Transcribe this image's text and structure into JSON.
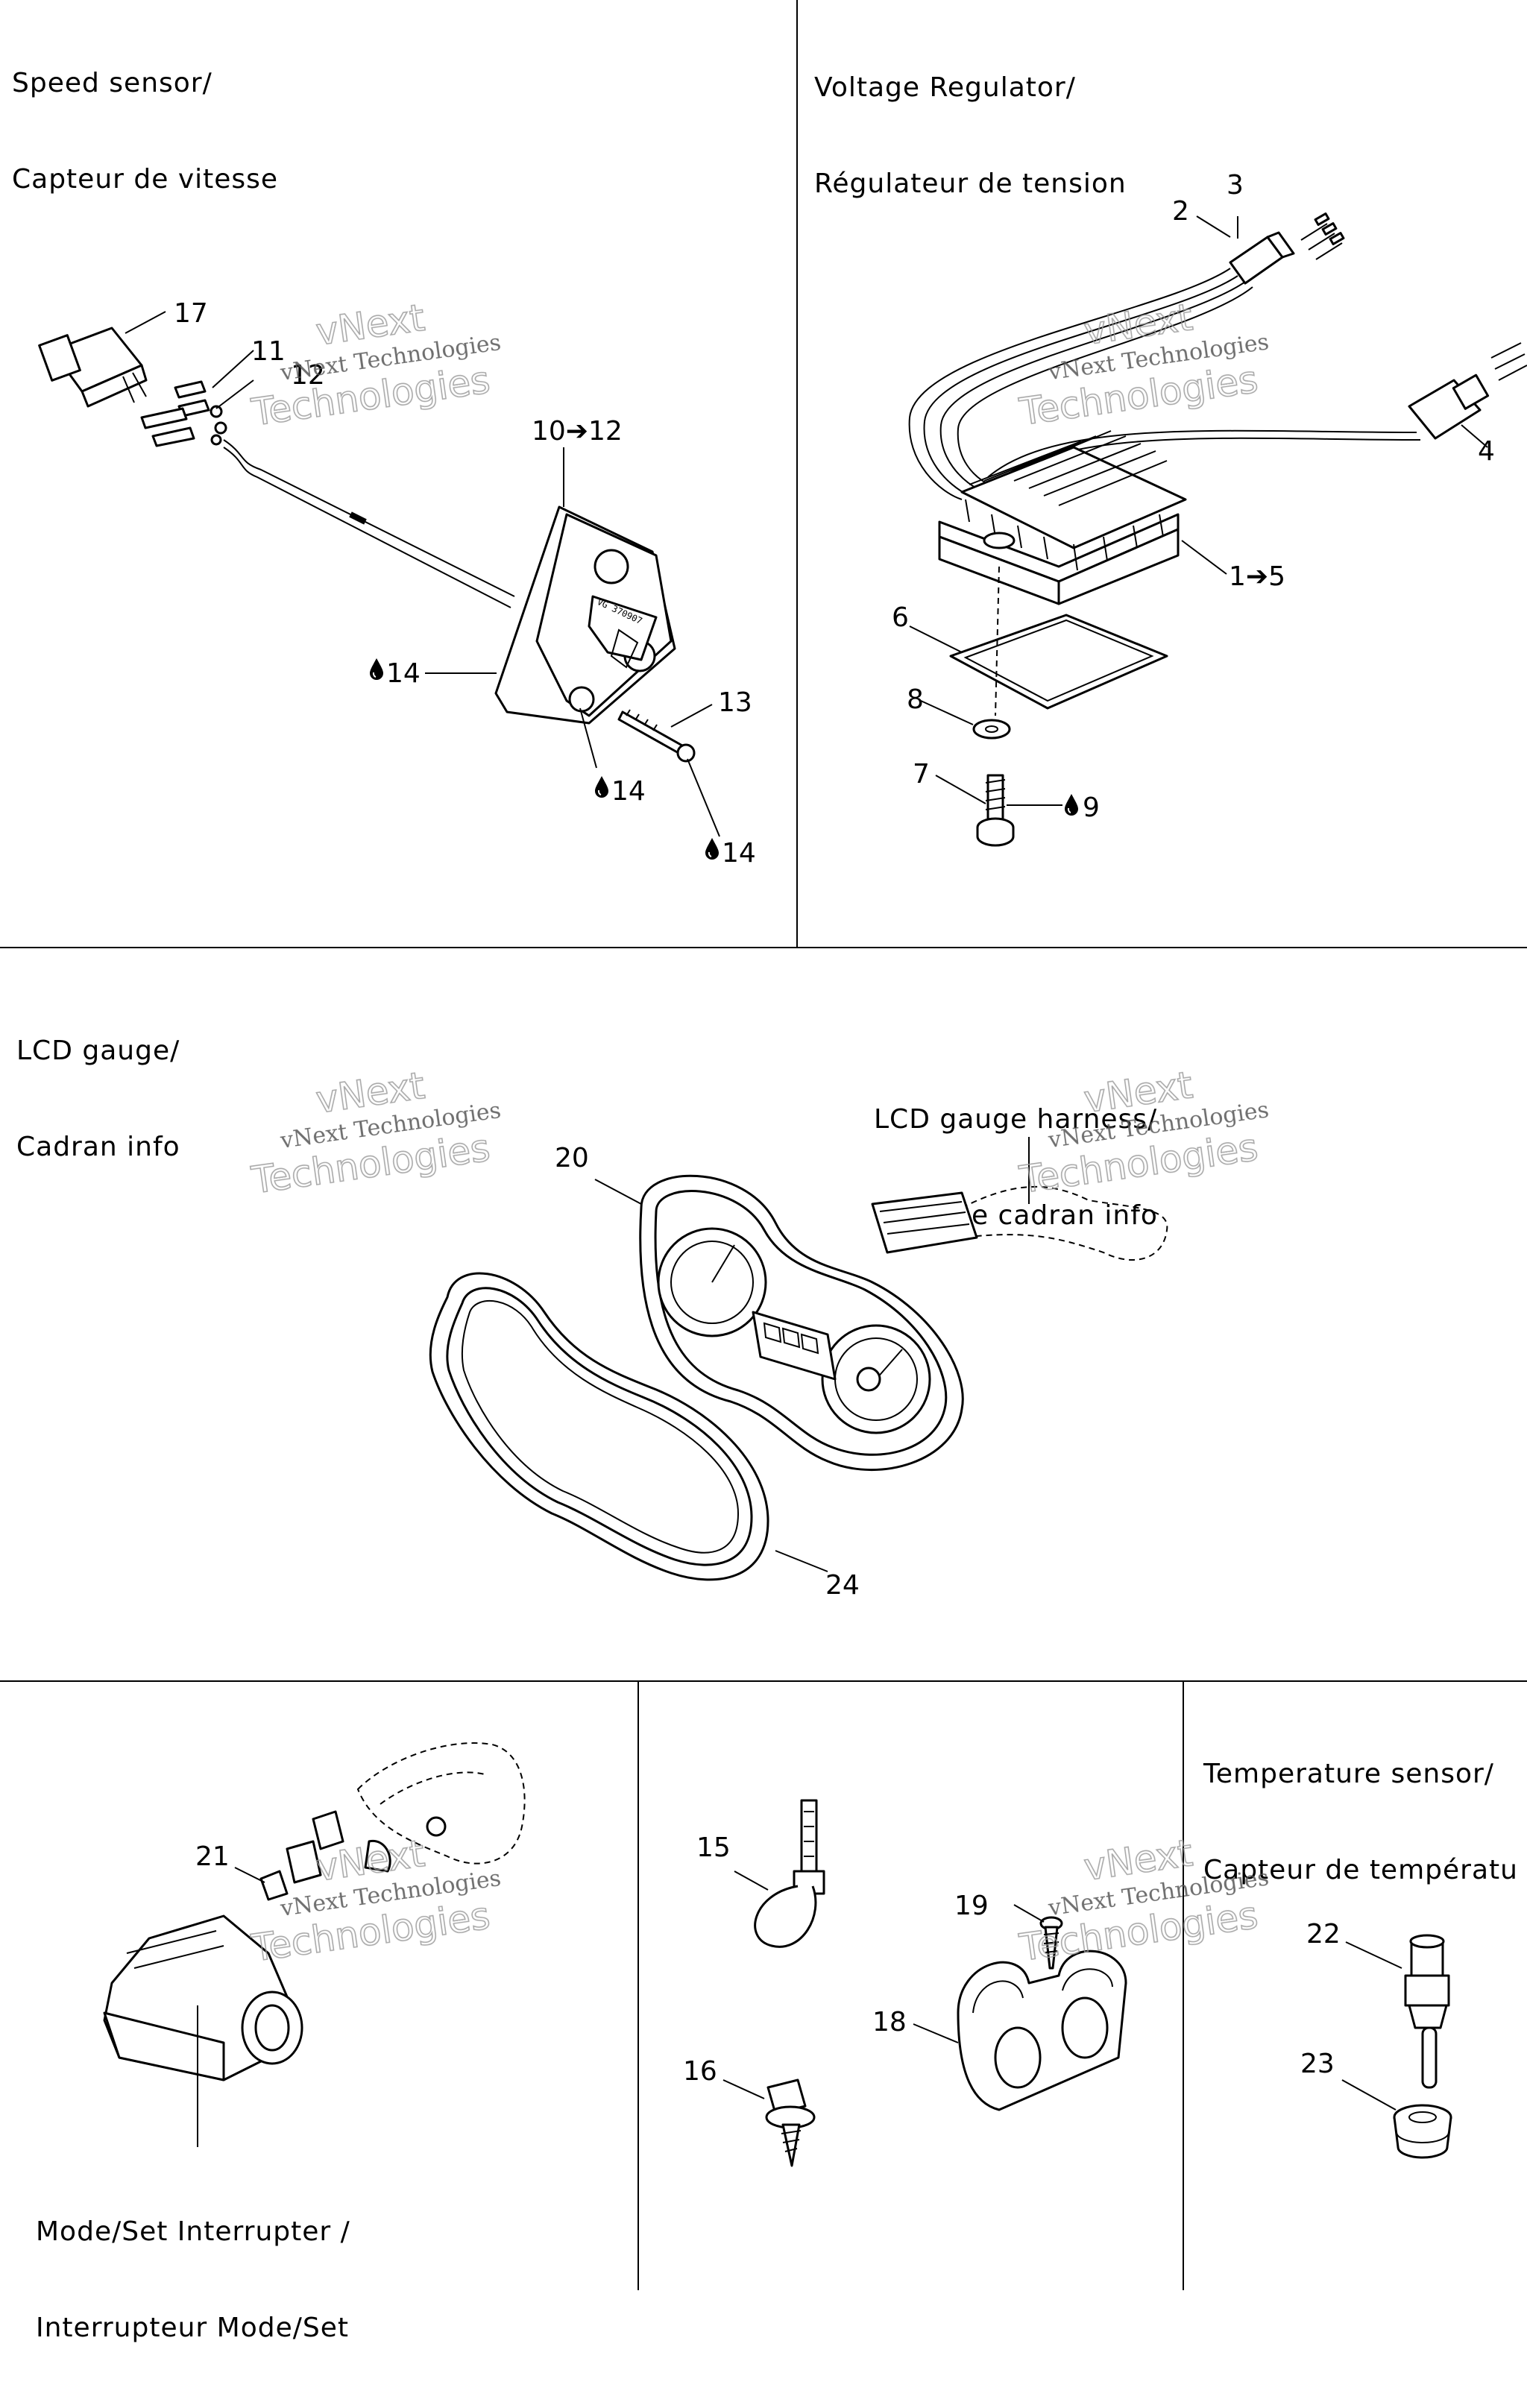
{
  "sections": {
    "speed_sensor": {
      "title_en": "Speed sensor/",
      "title_fr": "Capteur de vitesse"
    },
    "voltage_regulator": {
      "title_en": "Voltage Regulator/",
      "title_fr": "Régulateur de tension"
    },
    "lcd_gauge": {
      "title_en": "LCD gauge/",
      "title_fr": "Cadran info"
    },
    "lcd_harness": {
      "title_en": "LCD gauge harness/",
      "title_fr": "Câblage cadran info"
    },
    "temperature_sensor": {
      "title_en": "Temperature sensor/",
      "title_fr": "Capteur de températu"
    },
    "mode_set": {
      "title_en": "Mode/Set Interrupter /",
      "title_fr": "Interrupteur Mode/Set"
    }
  },
  "callouts": {
    "c1": "1➔5",
    "c2": "2",
    "c3": "3",
    "c4": "4",
    "c6": "6",
    "c7": "7",
    "c8": "8",
    "c9": "9",
    "c10": "10➔12",
    "c11": "11",
    "c12": "12",
    "c13": "13",
    "c14a": "14",
    "c14b": "14",
    "c14c": "14",
    "c15": "15",
    "c16": "16",
    "c17": "17",
    "c18": "18",
    "c19": "19",
    "c20": "20",
    "c21": "21",
    "c22": "22",
    "c23": "23",
    "c24": "24"
  },
  "watermark": {
    "line1": "vNext Technologies",
    "line2": "Technologies",
    "line0": "vNext"
  },
  "icons": {
    "drop": "oil-drop-icon"
  }
}
